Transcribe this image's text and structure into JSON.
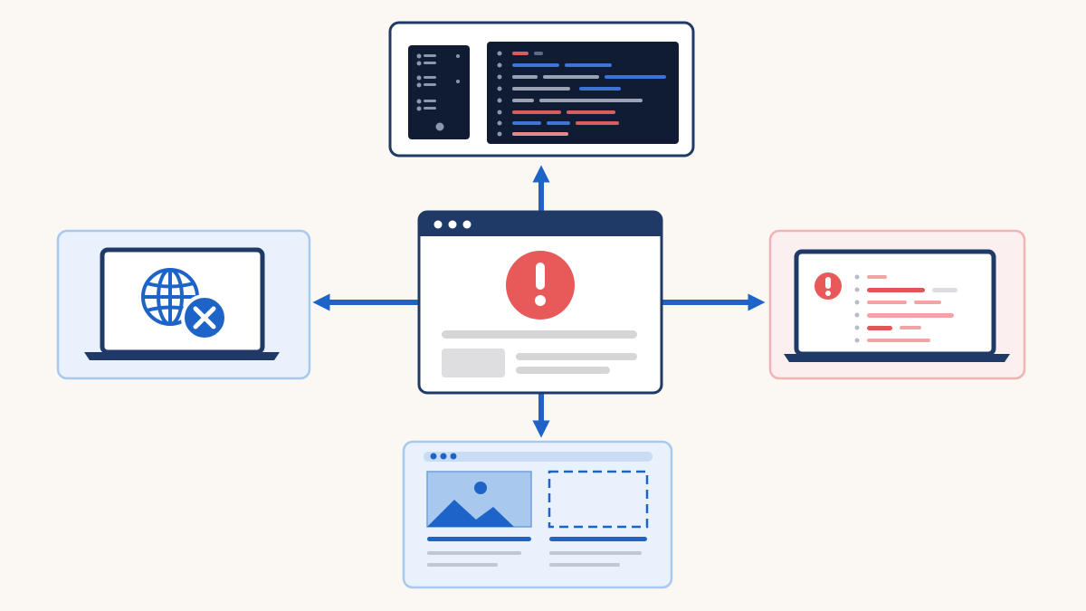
{
  "colors": {
    "background": "#fbf8f3",
    "navy": "#1f3a66",
    "blue": "#1e64c8",
    "light_blue": "#a9c8ee",
    "pale_blue": "#e8f1fc",
    "red": "#e85a5a",
    "pink": "#f2a4a4",
    "pale_pink": "#fcefef",
    "gray": "#c9c9cc",
    "code_bg": "#0f1c33"
  },
  "icons": {
    "center": "error-browser-window-icon",
    "top": "code-editor-icon",
    "left": "network-error-laptop-icon",
    "right": "error-log-laptop-icon",
    "bottom": "broken-layout-window-icon",
    "alert": "exclamation-icon",
    "globe": "globe-icon",
    "cross": "close-icon",
    "image": "image-placeholder-icon"
  },
  "arrows": [
    "up",
    "left",
    "right",
    "down"
  ]
}
